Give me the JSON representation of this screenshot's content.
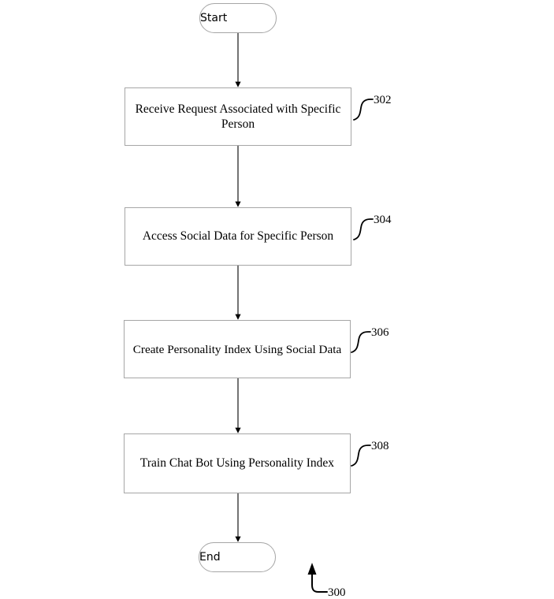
{
  "figure": {
    "figure_number": "300",
    "type": "flowchart",
    "orientation": "vertical",
    "background_color": "#ffffff",
    "line_color": "#000000",
    "box_border_color": "#a6a6a6",
    "nodes": [
      {
        "id": "start",
        "shape": "terminator",
        "label": "Start",
        "reference_numeral": ""
      },
      {
        "id": "step-302",
        "shape": "process",
        "label": "Receive Request Associated with Specific Person",
        "reference_numeral": "302"
      },
      {
        "id": "step-304",
        "shape": "process",
        "label": "Access Social Data for Specific Person",
        "reference_numeral": "304"
      },
      {
        "id": "step-306",
        "shape": "process",
        "label": "Create Personality Index Using Social Data",
        "reference_numeral": "306"
      },
      {
        "id": "step-308",
        "shape": "process",
        "label": "Train Chat Bot Using Personality Index",
        "reference_numeral": "308"
      },
      {
        "id": "end",
        "shape": "terminator",
        "label": "End",
        "reference_numeral": ""
      }
    ],
    "connectors": [
      {
        "from": "start",
        "to": "step-302",
        "style": "arrow-down"
      },
      {
        "from": "step-302",
        "to": "step-304",
        "style": "arrow-down"
      },
      {
        "from": "step-304",
        "to": "step-306",
        "style": "arrow-down"
      },
      {
        "from": "step-306",
        "to": "step-308",
        "style": "arrow-down"
      },
      {
        "from": "step-308",
        "to": "end",
        "style": "arrow-down"
      }
    ],
    "leader_lines": [
      {
        "target": "step-302",
        "numeral": "302",
        "style": "s-curve"
      },
      {
        "target": "step-304",
        "numeral": "304",
        "style": "s-curve"
      },
      {
        "target": "step-306",
        "numeral": "306",
        "style": "s-curve"
      },
      {
        "target": "step-308",
        "numeral": "308",
        "style": "s-curve"
      },
      {
        "target": "figure",
        "numeral": "300",
        "style": "j-curve-arrow-up"
      }
    ]
  }
}
